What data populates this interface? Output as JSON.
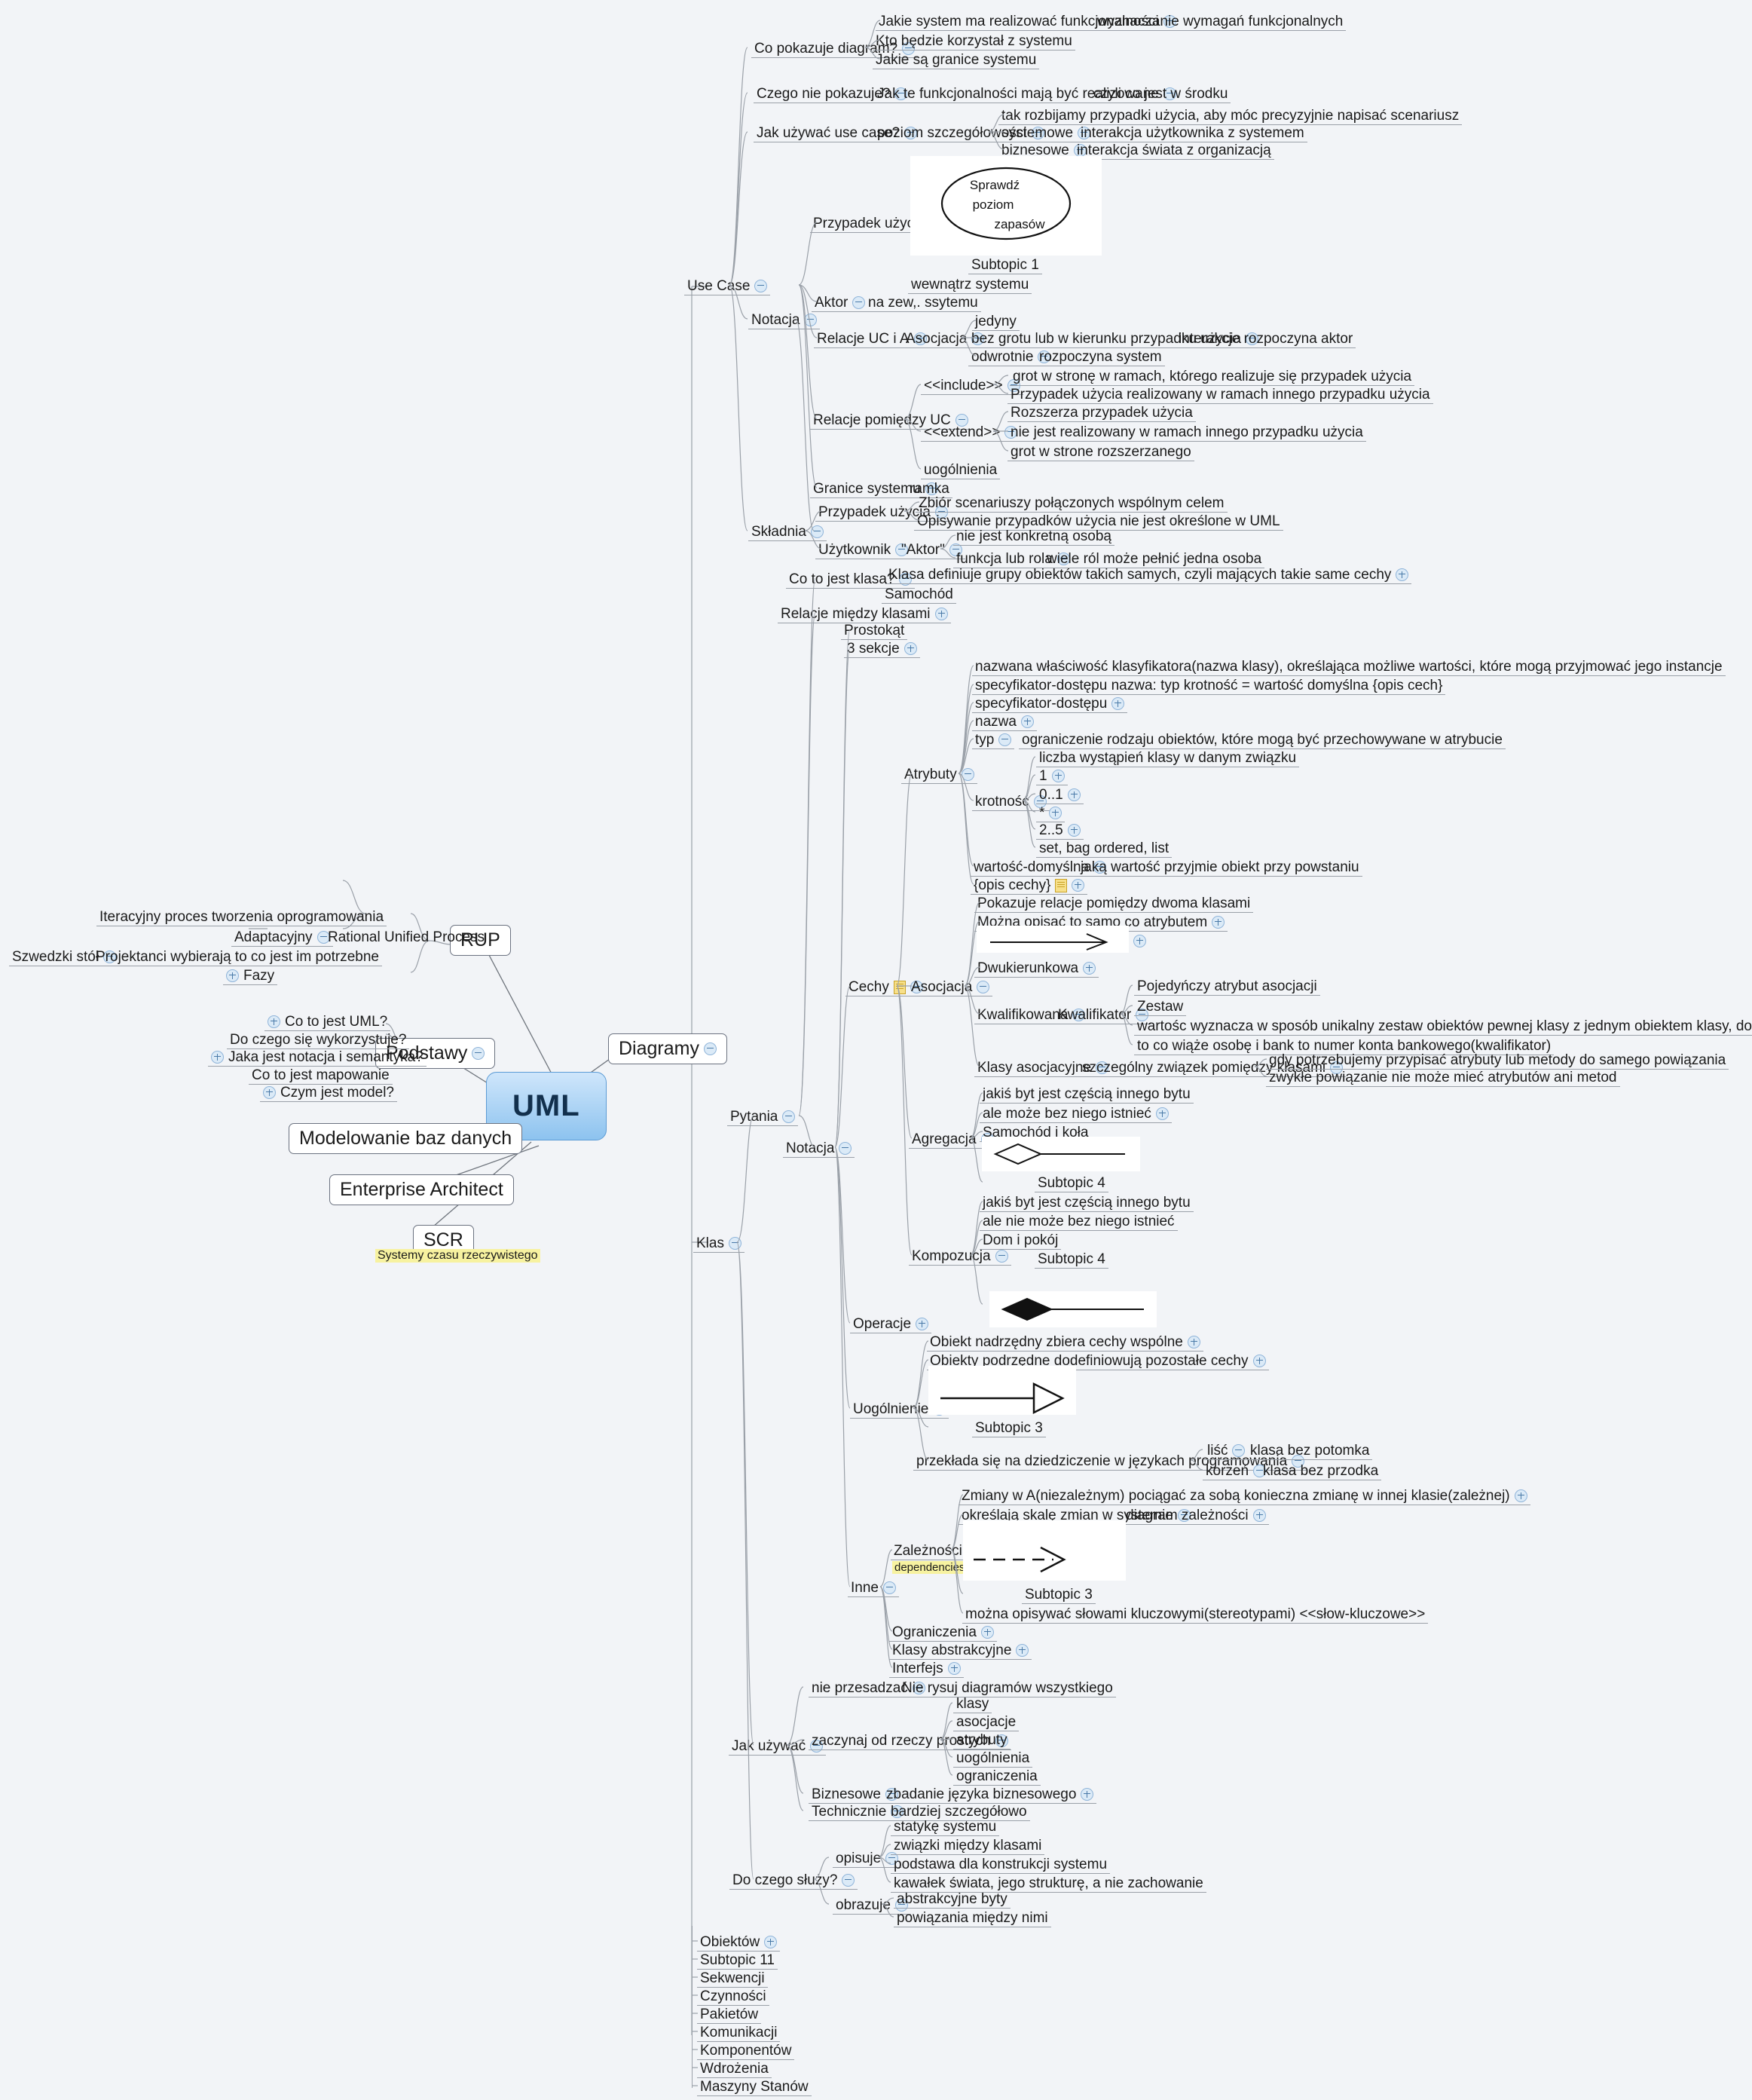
{
  "app": {
    "title": "UML",
    "background_color": "#f2f4f7",
    "root_color": "#8dc3ef"
  },
  "root": {
    "label": "UML"
  },
  "main_branches": {
    "rup": "RUP",
    "podstawy": "Podstawy",
    "diagramy": "Diagramy",
    "modelowanie": "Modelowanie baz danych",
    "enterprise": "Enterprise Architect",
    "scr": "SCR",
    "scr_note": "Systemy czasu rzeczywistego"
  },
  "rup_branch": {
    "iteracyjny": "Iteracyjny proces tworzenia oprogramowania",
    "adaptacyjny": "Adaptacyjny",
    "rational": "Rational Unified Process",
    "szwedzki": "Szwedzki stół",
    "projektanci": "Projektanci wybierają to co jest im potrzebne",
    "fazy": "Fazy"
  },
  "podstawy_branch": {
    "items": [
      "Co to jest UML?",
      "Do czego się wykorzystuje?",
      "Jaka jest notacja i semantyka?",
      "Co to jest mapowanie",
      "Czym jest model?"
    ]
  },
  "use_case": {
    "label": "Use Case",
    "pytania": {
      "co_pokazuje": "Co pokazuje diagram?",
      "co_pokazuje_children": [
        "Jakie system ma realizować funkcjonalności",
        "Kto będzie korzystał z systemu",
        "Jakie są granice systemu"
      ],
      "co_pokazuje_grandchild": "wyznaczanie wymagań funkcjonalnych",
      "czego_nie": "Czego nie pokazuje?",
      "czego_nie_child": "Jak te funkcjonalności mają być realizowane",
      "czego_nie_grandchild": "czyli co jest w środku",
      "jak_uzywac": "Jak używać use case?",
      "poziom": "poziom szczegółowości",
      "poziom_children": [
        "tak rozbijamy przypadki użycia, aby móc precyzyjnie napisać scenariusz",
        "systemowe",
        "biznesowe"
      ],
      "systemowe_child": "interakcja użytkownika z systemem",
      "biznesowe_child": "interakcja świata z organizacją"
    },
    "notacja": {
      "label": "Notacja",
      "przypadek_uzycia": "Przypadek użycia",
      "uc_image_text": [
        "Sprawdź",
        "poziom",
        "zapasów"
      ],
      "uc_subtopic": "Subtopic 1",
      "wewnatrz": "wewnątrz systemu",
      "aktor": "Aktor",
      "aktor_child": "na zew,. ssytemu",
      "relacje_uc_a": "Relacje UC i A",
      "asocjacja": "Asocjacja",
      "asocjacja_children": [
        "jedyny",
        "bez grotu lub w kierunku przypadku użycia",
        "odwrotnie"
      ],
      "bez_grotu_child": "interakcje rozpoczyna aktor",
      "odwrotnie_child": "rozpoczyna system",
      "relacje_pomiedzy": "Relacje pomiędzy UC",
      "include": "<<include>>",
      "include_children": [
        "grot w stronę w ramach, którego realizuje się przypadek użycia",
        "Przypadek użycia realizowany w ramach innego przypadku użycia"
      ],
      "extend": "<<extend>>",
      "extend_children": [
        "Rozszerza przypadek użycia",
        "nie jest realizowany w ramach innego przypadku użycia",
        "grot w strone rozszerzanego"
      ],
      "uogolnienia": "uogólnienia",
      "granice": "Granice systemu",
      "granice_child": "ramka"
    },
    "skladnia": {
      "label": "Składnia",
      "przypadek_uzycia": "Przypadek użycia",
      "pu_children": [
        "Zbiór scenariuszy połączonych wspólnym celem",
        "Opisywanie przypadków użycia nie jest określone w UML"
      ],
      "uzytkownik": "Użytkownik",
      "aktor_q": "\"Aktor\"",
      "aktor_children": [
        "nie jest konkretną osobą",
        "funkcja lub rola"
      ],
      "funkcja_child": "wiele ról może pełnić jedna osoba"
    }
  },
  "klas": {
    "label": "Klas",
    "pytania": {
      "label": "Pytania",
      "co_to_klasa": "Co to jest klasa?",
      "co_to_klasa_children": [
        "Klasa definiuje grupy obiektów takich samych, czyli mających takie same cechy",
        "Samochód"
      ],
      "relacje": "Relacje między klasami"
    },
    "notacja": {
      "label": "Notacja",
      "prostokat": "Prostokąt",
      "trzy_sekcje": "3 sekcje",
      "cechy": "Cechy",
      "atrybuty": {
        "label": "Atrybuty",
        "children": [
          "nazwana właściwość klasyfikatora(nazwa klasy), określająca możliwe wartości, które mogą przyjmować jego instancje",
          "specyfikator-dostępu nazwa: typ krotność = wartość domyślna {opis cech}",
          "specyfikator-dostępu",
          "nazwa",
          "typ"
        ],
        "typ_child": "ograniczenie rodzaju obiektów, które mogą być przechowywane w atrybucie",
        "krotnosc": "krotność",
        "krotnosc_children": [
          "liczba wystąpień klasy w danym związku",
          "1",
          "0..1",
          "*",
          "2..5",
          "set, bag ordered, list"
        ],
        "wartosc_domyslna": "wartość-domyślna",
        "wartosc_domyslna_child": "jaką wartość przyjmie obiekt przy powstaniu",
        "opis_cechy": "{opis cechy}"
      },
      "asocjacja": {
        "label": "Asocjacja",
        "children": [
          "Pokazuje relacje pomiędzy dwoma klasami",
          "Można opisać to samo co atrybutem"
        ],
        "arrow_caption": "",
        "dwukierunkowa": "Dwukierunkowa",
        "kwalifikowana": "Kwalifikowana",
        "kwalifikator": "Kwalifikator",
        "kwalifikator_children": [
          "Pojedyńczy atrybut asocjacji",
          "Zestaw",
          "wartośc wyznacza w sposób unikalny zestaw obiektów pewnej klasy z jednym obiektem klasy, do której kwalifikator został dołączony",
          "to co wiąże osobę i bank to numer konta bankowego(kwalifikator)"
        ],
        "klasy_asocjacyjne": "Klasy asocjacyjne",
        "klasy_asocjacyjne_child": "szczególny związek pomiędzy klasami",
        "klasy_asocjacyjne_grandchildren": [
          "gdy potrzebujemy przypisać atrybuty lub metody do samego powiązania",
          "zwykłe powiązanie nie może mieć atrybutów ani metod"
        ]
      },
      "agregacja": {
        "label": "Agregacja",
        "children": [
          "jakiś byt jest częścią innego bytu",
          "ale może bez niego istnieć",
          "Samochód i koła"
        ],
        "subtopic": "Subtopic 4"
      },
      "kompozycja": {
        "label": "Kompozucja",
        "children": [
          "jakiś byt jest częścią innego bytu",
          "ale nie może bez niego istnieć",
          "Dom i pokój"
        ],
        "subtopic": "Subtopic 4"
      },
      "operacje": "Operacje",
      "uogolnienie": {
        "label": "Uogólnienie",
        "children": [
          "Obiekt nadrzędny zbiera cechy wspólne",
          "Obiekty podrzędne dodefiniowują pozostałe cechy"
        ],
        "subtopic": "Subtopic 3",
        "przeklada": "przekłada się na dziedziczenie w językach programowania",
        "lisc": "liść",
        "lisc_child": "klasa bez potomka",
        "korzen": "korzeń",
        "korzen_child": "klasa bez przodka"
      },
      "inne": {
        "label": "Inne",
        "zaleznosci": "Zależności",
        "zaleznosci_note": "dependencies",
        "zaleznosci_children": [
          "Zmiany w A(niezależnym) pociągać za sobą konieczna zmianę w innej klasie(zależnej)",
          "określają skalę zmian w systemie"
        ],
        "diagram_zaleznosci": "diagram zależności",
        "subtopic": "Subtopic 3",
        "stereotypy": "można opisywać słowami kluczowymi(stereotypami) <<słow-kluczowe>>",
        "ograniczenia": "Ograniczenia",
        "klasy_abstrakcyjne": "Klasy abstrakcyjne",
        "interfejs": "Interfejs"
      }
    },
    "jak_uzywac": {
      "label": "Jak używać",
      "nie_przesadzac": "nie przesadzać",
      "nie_przesadzac_child": "Nie rysuj diagramów wszystkiego",
      "zaczynaj": "zaczynaj od rzeczy prostych",
      "zaczynaj_children": [
        "klasy",
        "asocjacje",
        "atrybuty",
        "uogólnienia",
        "ograniczenia"
      ],
      "biznesowe": "Biznesowe",
      "biznesowe_child": "zbadanie języka biznesowego",
      "technicznie": "Technicznie",
      "technicznie_child": "bardziej szczegółowo"
    },
    "do_czego": {
      "label": "Do czego służy?",
      "opisuje": "opisuje",
      "opisuje_children": [
        "statykę systemu",
        "związki między klasami",
        "podstawa dla konstrukcji systemu",
        "kawałek świata, jego strukturę, a nie zachowanie"
      ],
      "obrazuje": "obrazuje",
      "obrazuje_children": [
        "abstrakcyjne byty",
        "powiązania między nimi"
      ]
    }
  },
  "diagram_list": [
    "Obiektów",
    "Subtopic 11",
    "Sekwencji",
    "Czynności",
    "Pakietów",
    "Komunikacji",
    "Komponentów",
    "Wdrożenia",
    "Maszyny Stanów"
  ]
}
